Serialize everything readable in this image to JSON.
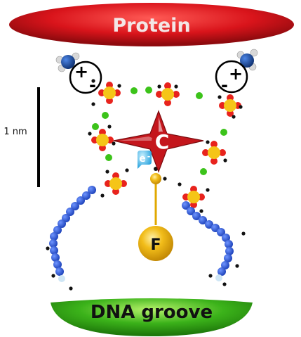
{
  "labels": {
    "protein": "Protein",
    "dna_groove": "DNA groove",
    "scale": "1 nm",
    "c_label": "C",
    "f_label": "F",
    "electron": "e",
    "electron_sign": "-"
  },
  "charge_pairs": [
    {
      "plus": "+",
      "minus": "-"
    },
    {
      "plus": "+",
      "minus": "-"
    }
  ],
  "colors": {
    "protein": "#d9141b",
    "dna_groove": "#3bb21a",
    "ring_red": "#e8231d",
    "ring_yellow": "#f5c518",
    "green_dot": "#3cc31a",
    "blue_bead": "#2454dc",
    "amine": "#1a4fa8",
    "star": "#c4161c",
    "f_ball": "#f2bd1a",
    "electron": "#2aa3dd"
  }
}
